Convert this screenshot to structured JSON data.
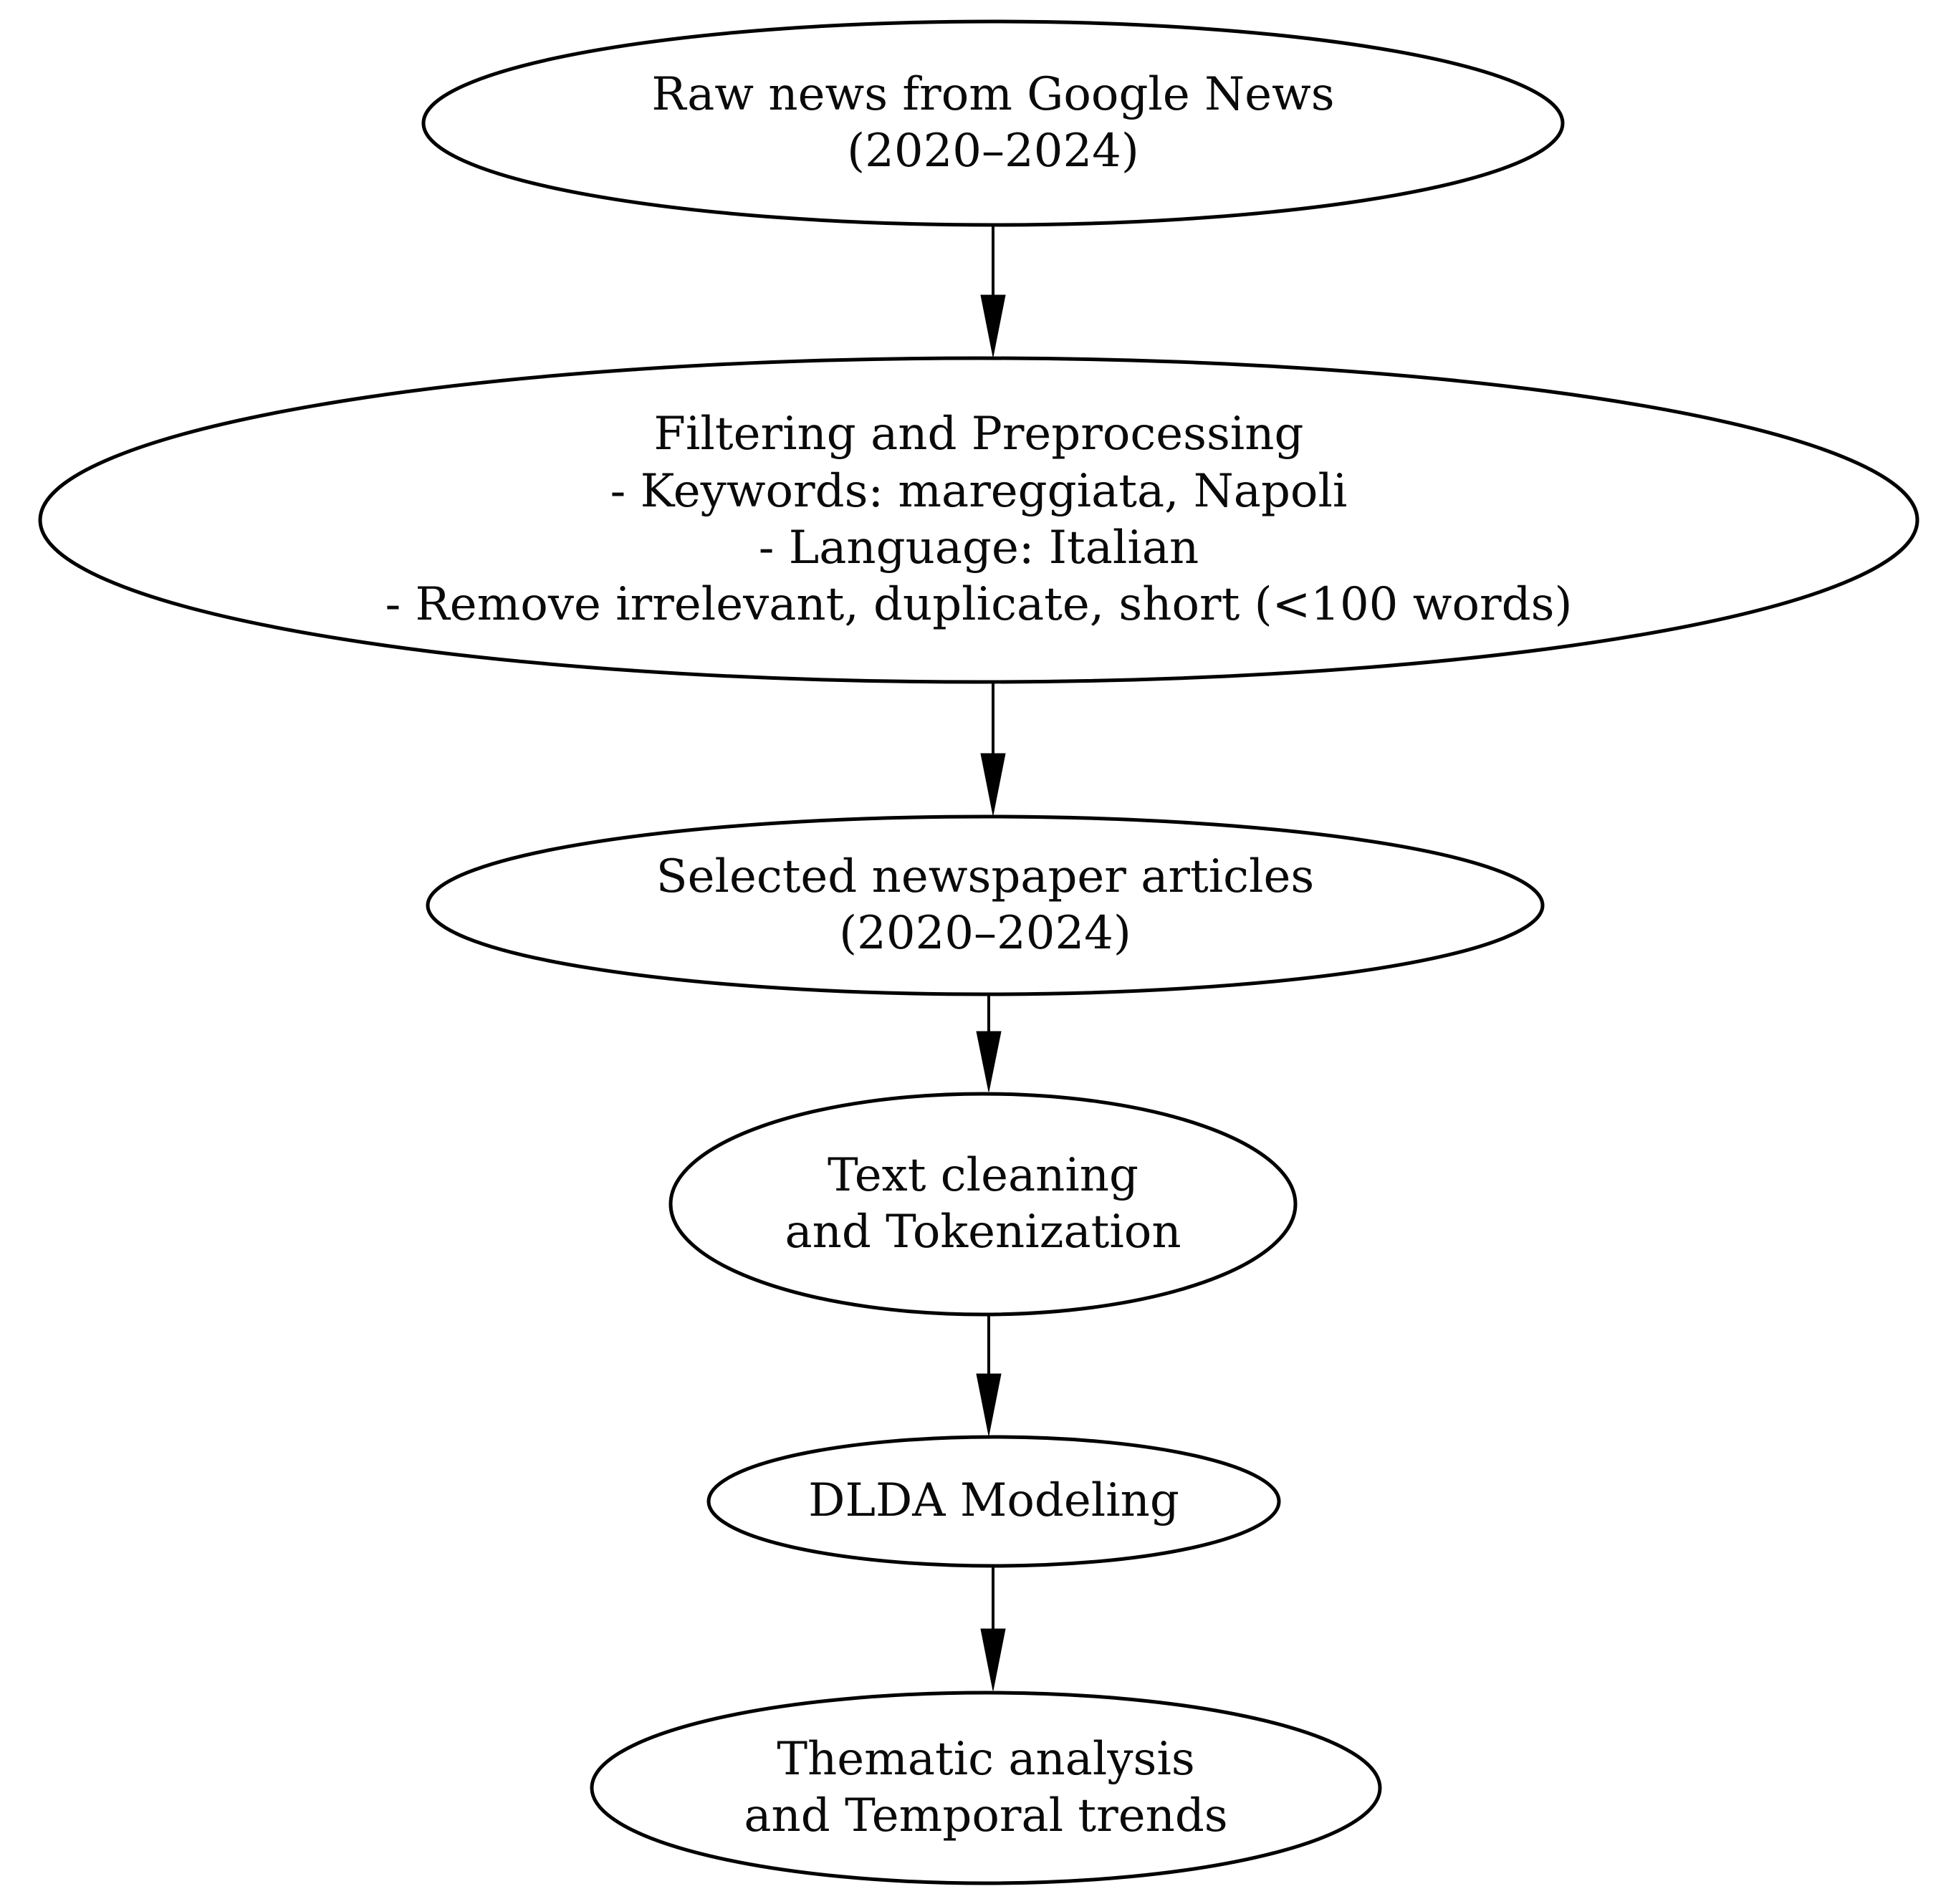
{
  "diagram": {
    "type": "flowchart",
    "background_color": "#ffffff",
    "node_fill_color": "#ffffff",
    "node_stroke_color": "#000000",
    "text_color": "#0a0a0a",
    "nodes": [
      {
        "id": "raw-news",
        "shape": "ellipse",
        "label": "Raw news from Google News\n(2020–2024)"
      },
      {
        "id": "filtering",
        "shape": "ellipse",
        "label": "Filtering and Preprocessing\n- Keywords: mareggiata, Napoli\n- Language: Italian\n- Remove irrelevant, duplicate, short (<100 words)"
      },
      {
        "id": "selected-articles",
        "shape": "ellipse",
        "label": "Selected newspaper articles\n(2020–2024)"
      },
      {
        "id": "text-cleaning",
        "shape": "ellipse",
        "label": "Text cleaning\nand Tokenization"
      },
      {
        "id": "dlda-modeling",
        "shape": "ellipse",
        "label": "DLDA Modeling"
      },
      {
        "id": "thematic-analysis",
        "shape": "ellipse",
        "label": "Thematic analysis\nand Temporal trends"
      }
    ],
    "edges": [
      {
        "from": "raw-news",
        "to": "filtering",
        "style": "arrow-down"
      },
      {
        "from": "filtering",
        "to": "selected-articles",
        "style": "arrow-down"
      },
      {
        "from": "selected-articles",
        "to": "text-cleaning",
        "style": "arrow-down"
      },
      {
        "from": "text-cleaning",
        "to": "dlda-modeling",
        "style": "arrow-down"
      },
      {
        "from": "dlda-modeling",
        "to": "thematic-analysis",
        "style": "arrow-down"
      }
    ]
  }
}
